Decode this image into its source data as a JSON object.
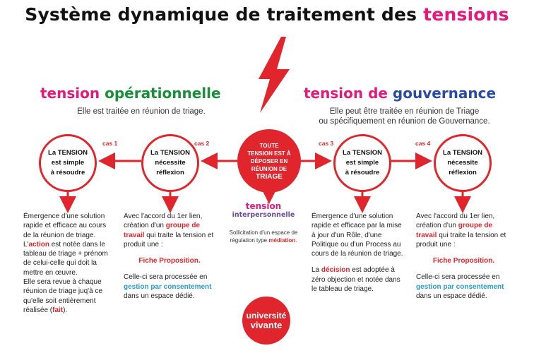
{
  "title": {
    "main": "Système dynamique de traitement des ",
    "highlight": "tensions"
  },
  "operational": {
    "heading_a": "tension ",
    "heading_b": "opérationnelle",
    "subtitle": "Elle est traitée en réunion de triage."
  },
  "governance": {
    "heading_a": "tension de ",
    "heading_b": "gouvernance",
    "subtitle_1": "Elle peut être traitée en réunion de Triage",
    "subtitle_2": "ou spécifiquement en réunion de Gouvernance."
  },
  "center": {
    "line1": "TOUTE",
    "line2": "TENSION EST À",
    "line3": "DÉPOSER EN",
    "line4": "RÉUNION DE",
    "line5": "TRIAGE"
  },
  "cases": {
    "c1": {
      "label": "cas 1",
      "l1": "La TENSION",
      "l2": "est simple",
      "l3": "à résoudre"
    },
    "c2": {
      "label": "cas 2",
      "l1": "La TENSION",
      "l2": "nécessite",
      "l3": "réflexion"
    },
    "c3": {
      "label": "cas 3",
      "l1": "La TENSION",
      "l2": "est simple",
      "l3": "à résoudre"
    },
    "c4": {
      "label": "cas 4",
      "l1": "La TENSION",
      "l2": "nécessite",
      "l3": "réflexion"
    }
  },
  "col1": {
    "p1": "Émergence d'une solution rapide et efficace au cours de la réunion de triage.",
    "p2_a": "L'",
    "p2_action": "action",
    "p2_b": " est notée dans le tableau de triage + prénom de celui-celle qui doit la mettre en œuvre.",
    "p3_a": "Elle sera revue à chaque réunion de triage juq'à ce qu'elle soit entièrement réalisée (",
    "p3_fait": "fait",
    "p3_b": ")."
  },
  "col2": {
    "p1_a": "Avec l'accord du 1er lien, création d'un ",
    "p1_group": "groupe de travail",
    "p1_b": " qui traite la tension et produit une :",
    "fiche": "Fiche Proposition.",
    "p2_a": "Celle-ci sera processée en ",
    "p2_gestion": "gestion par consentement",
    "p2_b": " dans un espace dédié."
  },
  "interpersonal": {
    "t1": "tension",
    "t2": "interpersonnelle",
    "desc_a": "Sollicitation d'un espace de régulation type ",
    "desc_med": "médiation",
    "desc_b": "."
  },
  "col3": {
    "p1": "Émergence d'une solution rapide et efficace par la mise à jour d'un Rôle, d'une Politique ou d'un Process au cours de la réunion de triage.",
    "p2_a": "La ",
    "p2_dec": "décision",
    "p2_b": " est adoptée à zéro objection et notée dans le tableau de triage."
  },
  "col4": {
    "p1_a": "Avec l'accord du 1er lien, création d'un ",
    "p1_group": "groupe de travail",
    "p1_b": " qui traite la tension et produit une :",
    "fiche": "Fiche Proposition.",
    "p2_a": "Celle-ci sera processée en ",
    "p2_gestion": "gestion par consentement",
    "p2_b": " dans un espace dédié."
  },
  "logo": {
    "l1": "université",
    "l2": "vivante"
  },
  "colors": {
    "red": "#e0262c",
    "pink": "#e5197a",
    "green": "#1a8f3a",
    "blue": "#2a4aa8",
    "cyan": "#2a9cc4"
  }
}
